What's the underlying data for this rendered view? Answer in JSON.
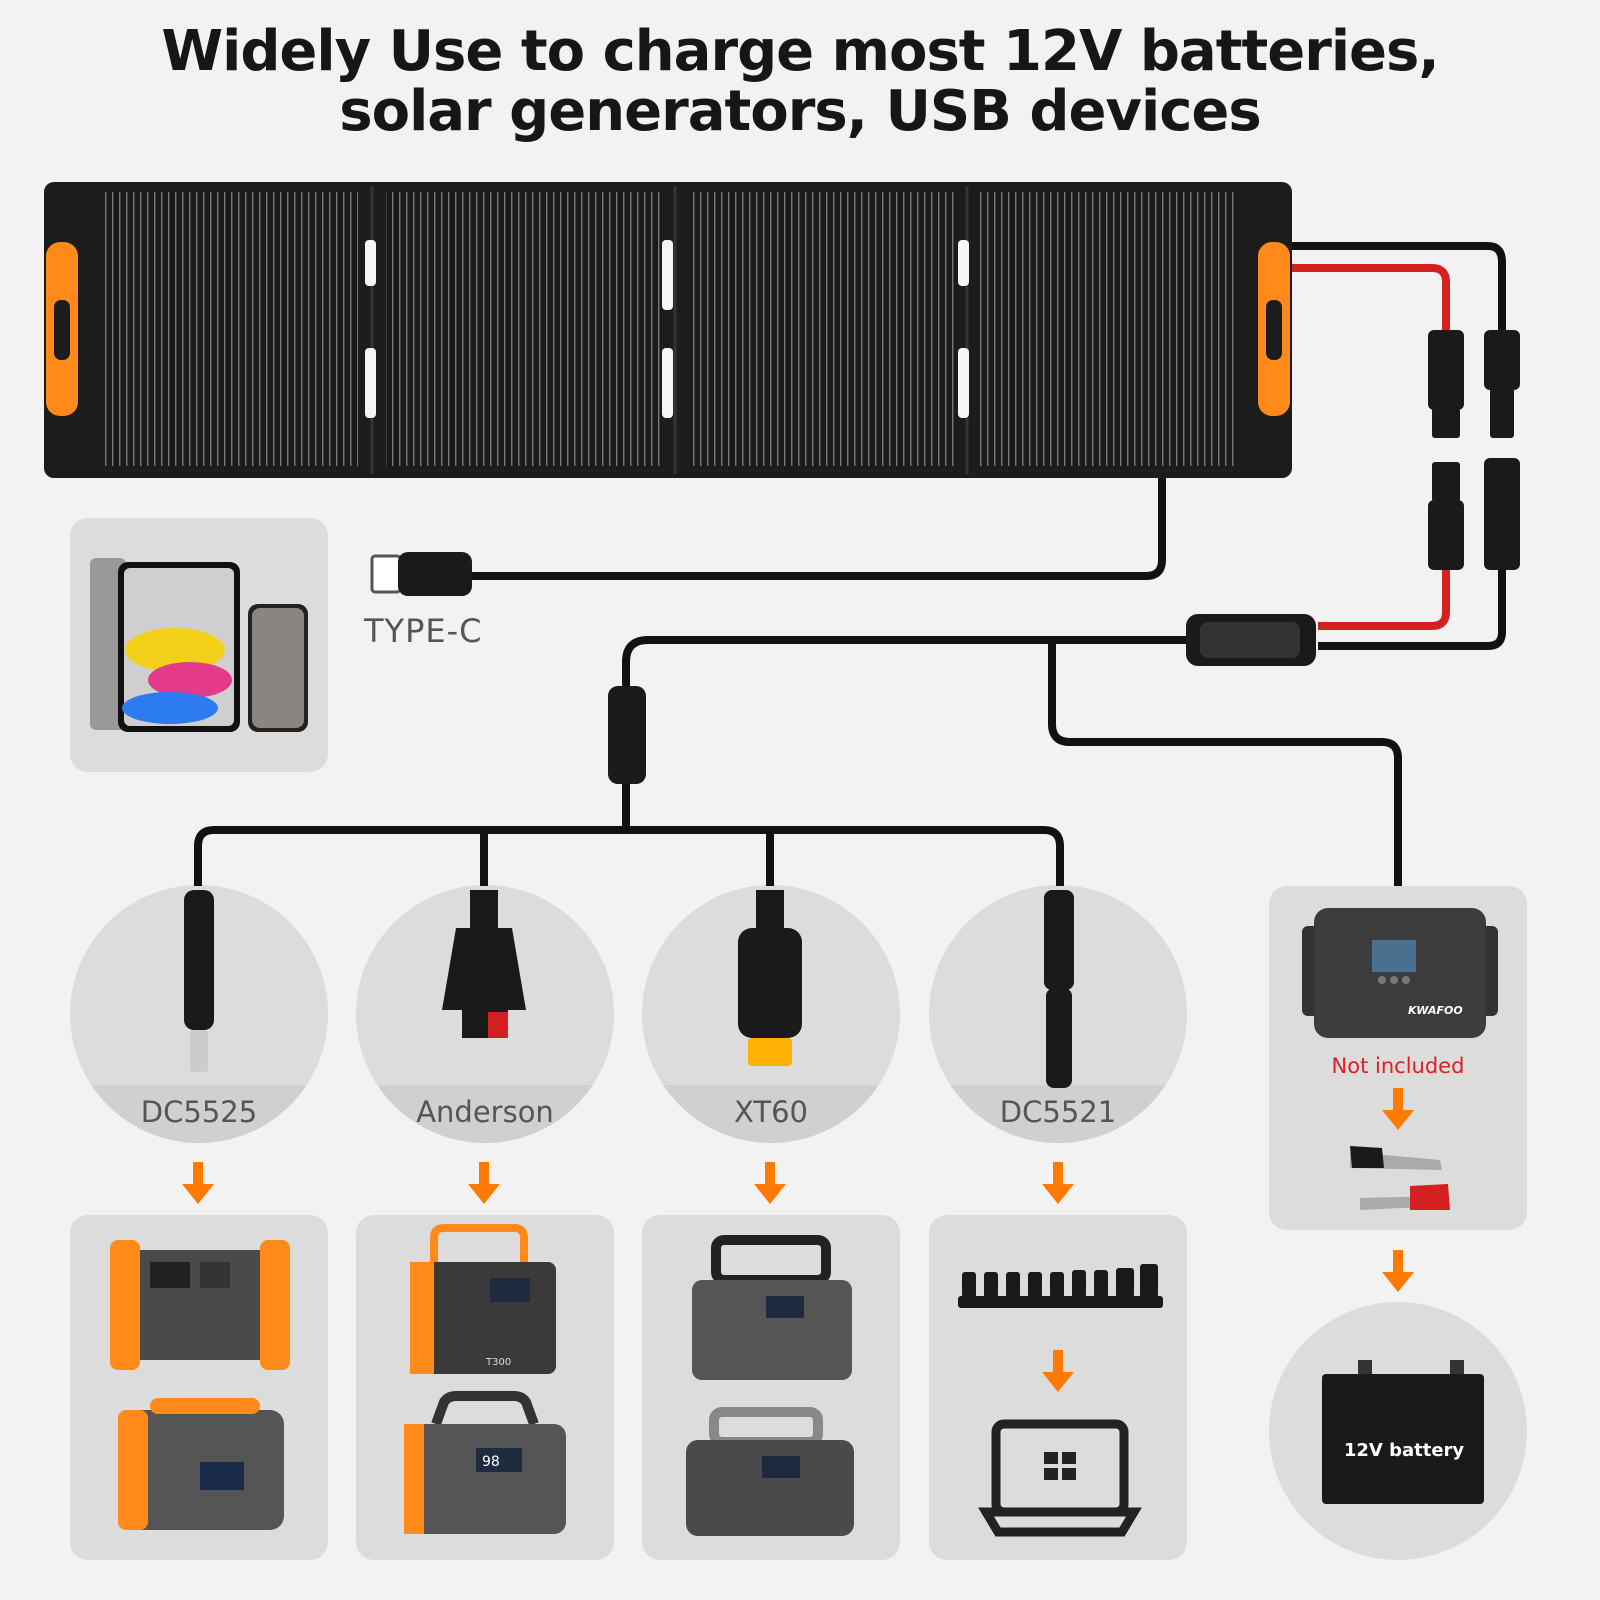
{
  "headline": {
    "line1": "Widely Use to charge most 12V batteries,",
    "line2": "solar generators, USB devices"
  },
  "usb_output": {
    "label": "TYPE-C"
  },
  "connectors": [
    {
      "label": "DC5525"
    },
    {
      "label": "Anderson"
    },
    {
      "label": "XT60"
    },
    {
      "label": "DC5521"
    }
  ],
  "controller": {
    "brand": "KWAFOO",
    "note": "Not included"
  },
  "battery": {
    "label": "12V battery"
  },
  "station_labels": {
    "t300": "T300",
    "display": "98"
  },
  "colors": {
    "accent": "#ff7a00",
    "background": "#f2f2f2",
    "box": "#dcdcdc",
    "cable_red": "#d42020",
    "note_red": "#e02020"
  }
}
